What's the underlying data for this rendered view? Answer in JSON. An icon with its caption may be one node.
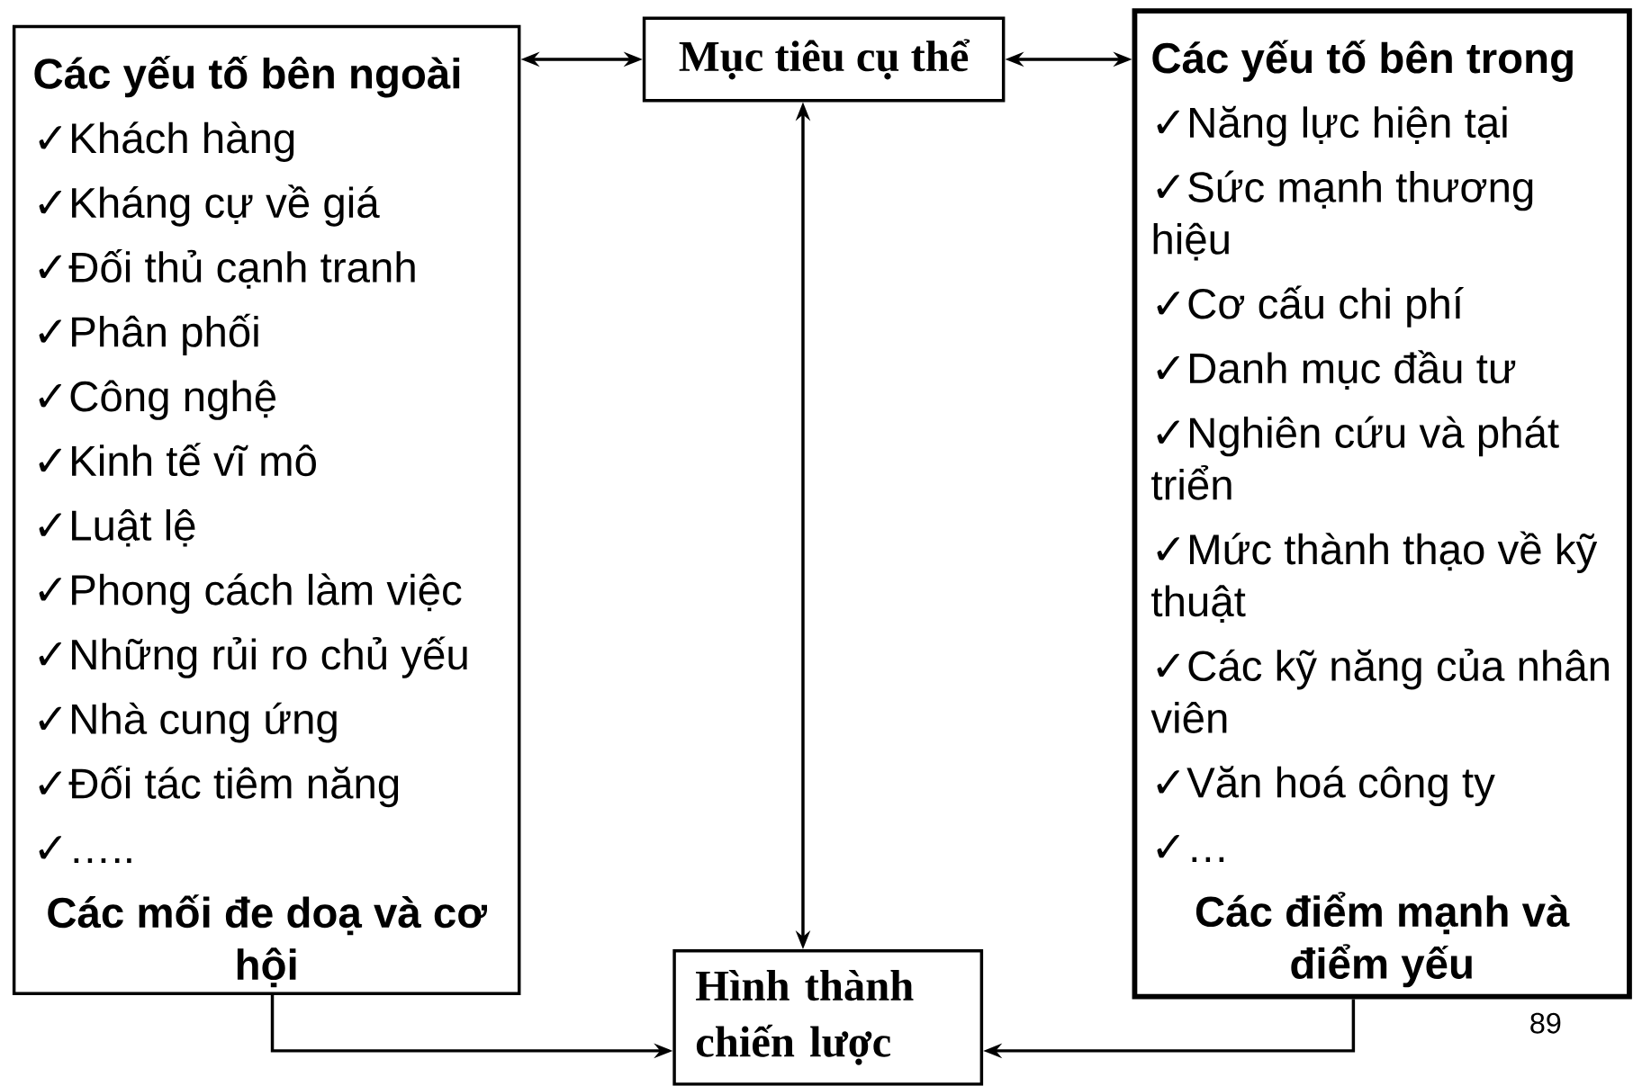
{
  "diagram": {
    "nodes": [
      {
        "text": [
          "Các yếu tố bên ngoài",
          "✓Khách hàng",
          "✓Kháng cự về giá",
          "✓Đối thủ cạnh tranh",
          "✓Phân phối",
          "✓Công nghệ",
          "✓Kinh tế vĩ mô",
          "✓Luật lệ",
          "✓Phong cách làm việc",
          "✓Những rủi ro chủ yếu",
          "✓Nhà cung ứng",
          "✓Đối tác tiêm năng",
          "✓…..",
          "Các mối đe doạ và cơ hội"
        ]
      },
      {
        "text": [
          "Mục tiêu cụ thể"
        ]
      },
      {
        "text": [
          "Các yếu tố bên trong",
          "✓Năng lực hiện tại",
          "✓Sức mạnh thương hiệu",
          "✓Cơ cấu chi phí",
          "✓Danh mục đầu tư",
          "✓Nghiên cứu và phát triển",
          "✓Mức thành thạo về kỹ thuật",
          "✓Các kỹ năng của nhân viên",
          "✓Văn hoá công ty",
          "✓…",
          "Các điểm mạnh và điểm yếu"
        ]
      },
      {
        "text": [
          "Hình thành chiến lược"
        ]
      }
    ],
    "edges": [
      {
        "from": 0,
        "to": 1,
        "arrow": "both"
      },
      {
        "from": 1,
        "to": 2,
        "arrow": "both"
      },
      {
        "from": 1,
        "to": 3,
        "arrow": "both"
      },
      {
        "from": 0,
        "to": 3,
        "arrow": "to"
      },
      {
        "from": 2,
        "to": 3,
        "arrow": "to"
      }
    ],
    "labels": [
      "89"
    ]
  }
}
